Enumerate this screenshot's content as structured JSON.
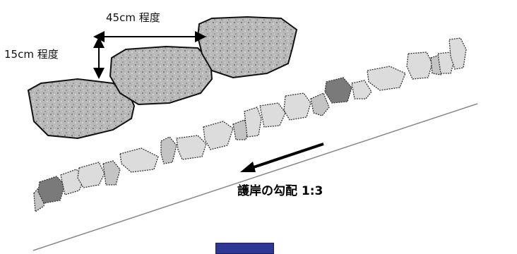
{
  "dimensions": {
    "length_label": "45cm 程度",
    "height_label": "15cm 程度"
  },
  "slope": {
    "label": "護岸の勾配 1:3"
  },
  "colors": {
    "stone_fill": "#b5b5b5",
    "rubble_light": "#dcdcdc",
    "rubble_dark": "#7a7a7a",
    "slope_line": "#888888",
    "box_blue": "#2e3892"
  }
}
